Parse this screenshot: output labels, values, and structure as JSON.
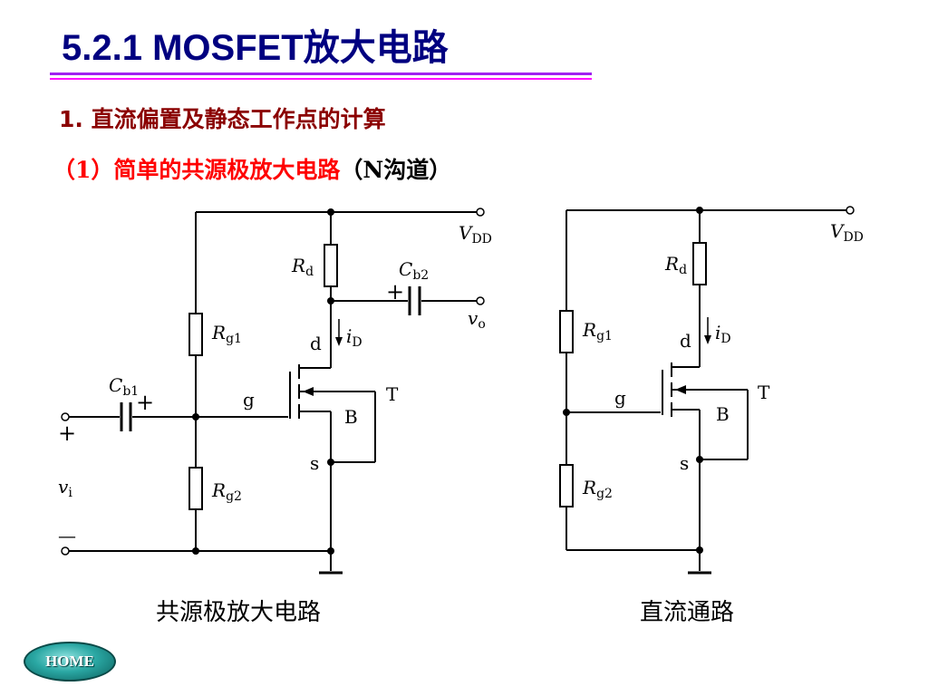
{
  "slide": {
    "title": "5.2.1  MOSFET放大电路",
    "section": "1. 直流偏置及静态工作点的计算",
    "subsection_red": "（1）简单的共源极放大电路",
    "subsection_black": "（N沟道）",
    "home_label": "HOME",
    "accent_color": "#000080",
    "rule_colors": [
      "#a020f0",
      "#ff00ff"
    ]
  },
  "diagrams": [
    {
      "caption": "共源极放大电路",
      "labels": {
        "vdd_main": "V",
        "vdd_sub": "DD",
        "rd_main": "R",
        "rd_sub": "d",
        "cb2_main": "C",
        "cb2_sub": "b2",
        "cb1_main": "C",
        "cb1_sub": "b1",
        "rg1_main": "R",
        "rg1_sub": "g1",
        "rg2_main": "R",
        "rg2_sub": "g2",
        "id_main": "i",
        "id_sub": "D",
        "vo_main": "v",
        "vo_sub": "o",
        "vi_main": "v",
        "vi_sub": "i",
        "d": "d",
        "g": "g",
        "s": "s",
        "t": "T",
        "b": "B",
        "plus": "+",
        "minus": "—"
      }
    },
    {
      "caption": "直流通路",
      "labels": {
        "vdd_main": "V",
        "vdd_sub": "DD",
        "rd_main": "R",
        "rd_sub": "d",
        "rg1_main": "R",
        "rg1_sub": "g1",
        "rg2_main": "R",
        "rg2_sub": "g2",
        "id_main": "i",
        "id_sub": "D",
        "d": "d",
        "g": "g",
        "s": "s",
        "t": "T",
        "b": "B"
      }
    }
  ]
}
